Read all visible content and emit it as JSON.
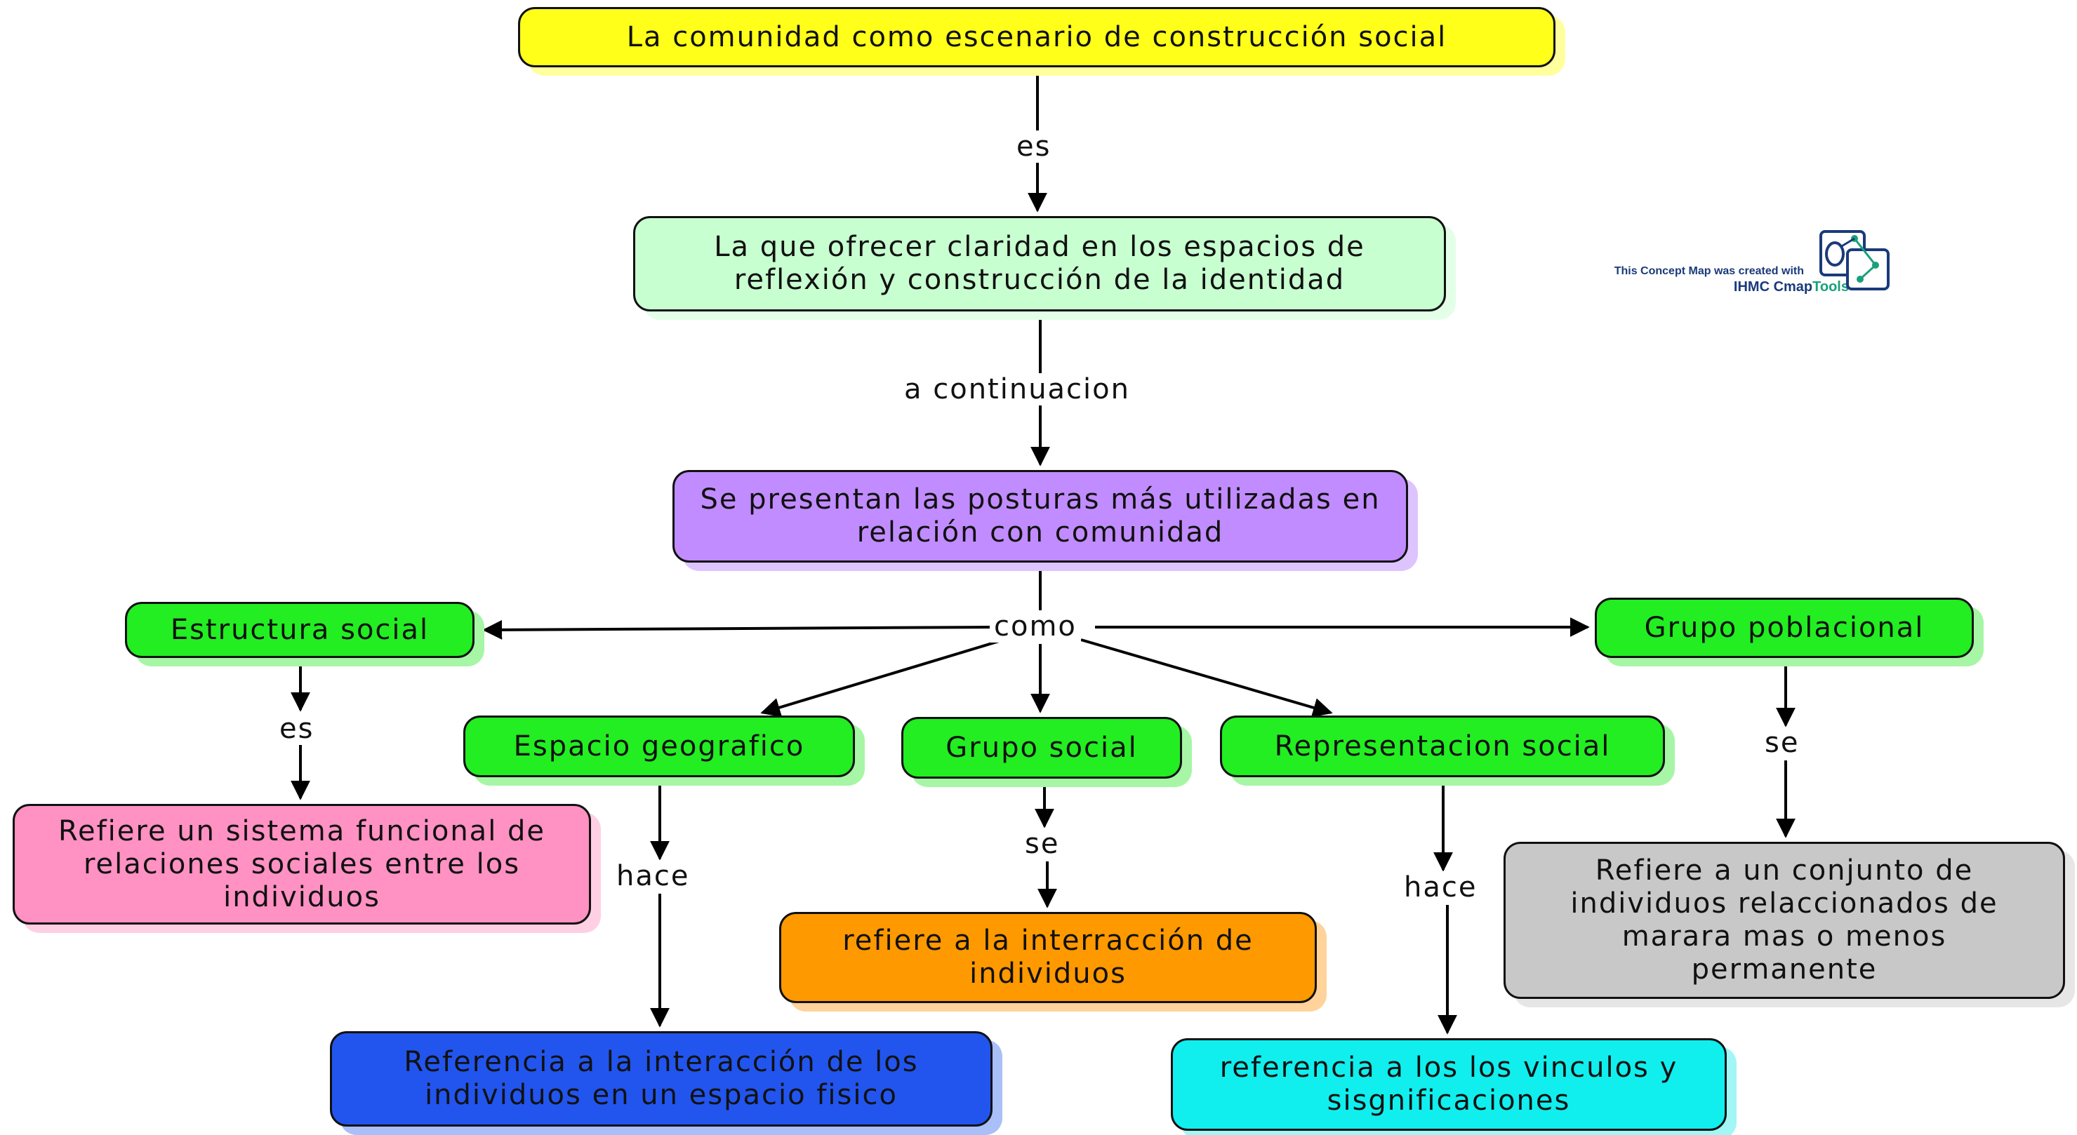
{
  "concept_map": {
    "nodes": {
      "root": "La comunidad como escenario de construcción social",
      "clarity": "La que ofrecer claridad en los espacios de reflexión y construcción de la identidad",
      "postures": "Se presentan las posturas más utilizadas en relación con comunidad",
      "estructura_social": "Estructura social",
      "grupo_poblacional": "Grupo poblacional",
      "espacio_geografico": "Espacio geografico",
      "grupo_social": "Grupo social",
      "representacion_social": "Representacion social",
      "estructura_def": "Refiere un sistema funcional de relaciones sociales entre los individuos",
      "interaccion": "refiere a la interracción de individuos",
      "espacio_def": "Referencia a la interacción de los individuos en un espacio fisico",
      "vinculos": "referencia a los los vinculos y sisgnificaciones",
      "conjunto": "Refiere a un conjunto de individuos relaccionados de marara mas o menos permanente"
    },
    "links": {
      "es_1": "es",
      "a_continuacion": "a continuacion",
      "como": "como",
      "es_2": "es",
      "hace_1": "hace",
      "se_1": "se",
      "hace_2": "hace",
      "se_2": "se"
    },
    "colors": {
      "root": "#ffff1a",
      "clarity": "#c8ffd0",
      "postures": "#c18cff",
      "category": "#22ee22",
      "estructura_def": "#ff91c3",
      "interaccion": "#ff9900",
      "espacio_def": "#2255ee",
      "vinculos": "#11eeee",
      "conjunto": "#c8c8c8"
    }
  },
  "watermark": {
    "line1": "This Concept Map was created with",
    "line2_prefix": "IHMC Cmap",
    "line2_suffix": "Tools",
    "logo_icon": "cmaptools-logo-icon"
  }
}
